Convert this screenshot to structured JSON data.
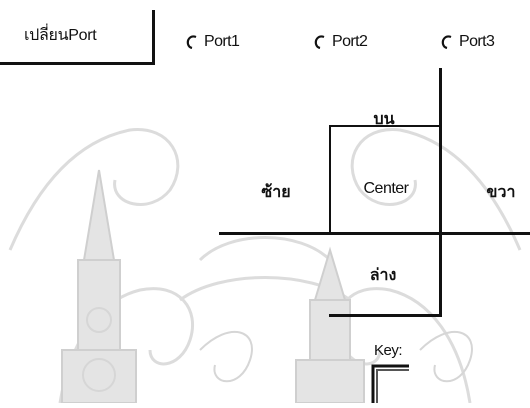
{
  "toolbar": {
    "change_port_label": "เปลี่ยนPort"
  },
  "ports": [
    {
      "label": "Port1",
      "selected": false
    },
    {
      "label": "Port2",
      "selected": false
    },
    {
      "label": "Port3",
      "selected": false
    }
  ],
  "pad": {
    "up_label": "บน",
    "left_label": "ซ้าย",
    "center_label": "Center",
    "right_label": "ขวา",
    "down_label": "ล่าง"
  },
  "key": {
    "label": "Key:",
    "value": ""
  },
  "colors": {
    "line": "#111111",
    "background": "#ffffff",
    "watermark": "#d9d9d9"
  }
}
